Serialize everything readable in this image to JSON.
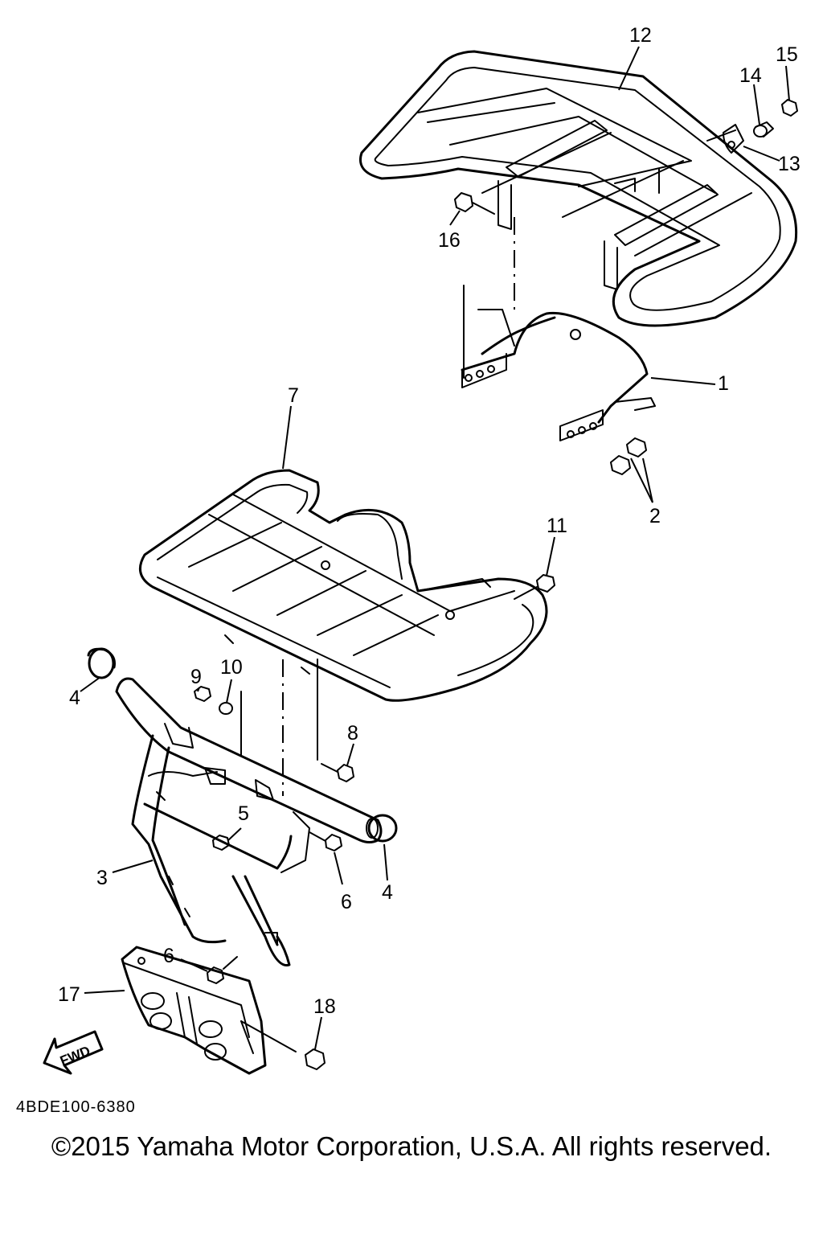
{
  "callouts": [
    "1",
    "2",
    "3",
    "4",
    "4",
    "5",
    "6",
    "6",
    "7",
    "8",
    "9",
    "10",
    "11",
    "12",
    "13",
    "14",
    "15",
    "16",
    "17",
    "18"
  ],
  "fwd_label": "FWD",
  "drawing_code": "4BDE100-6380",
  "copyright": "©2015 Yamaha Motor Corporation, U.S.A. All rights reserved."
}
